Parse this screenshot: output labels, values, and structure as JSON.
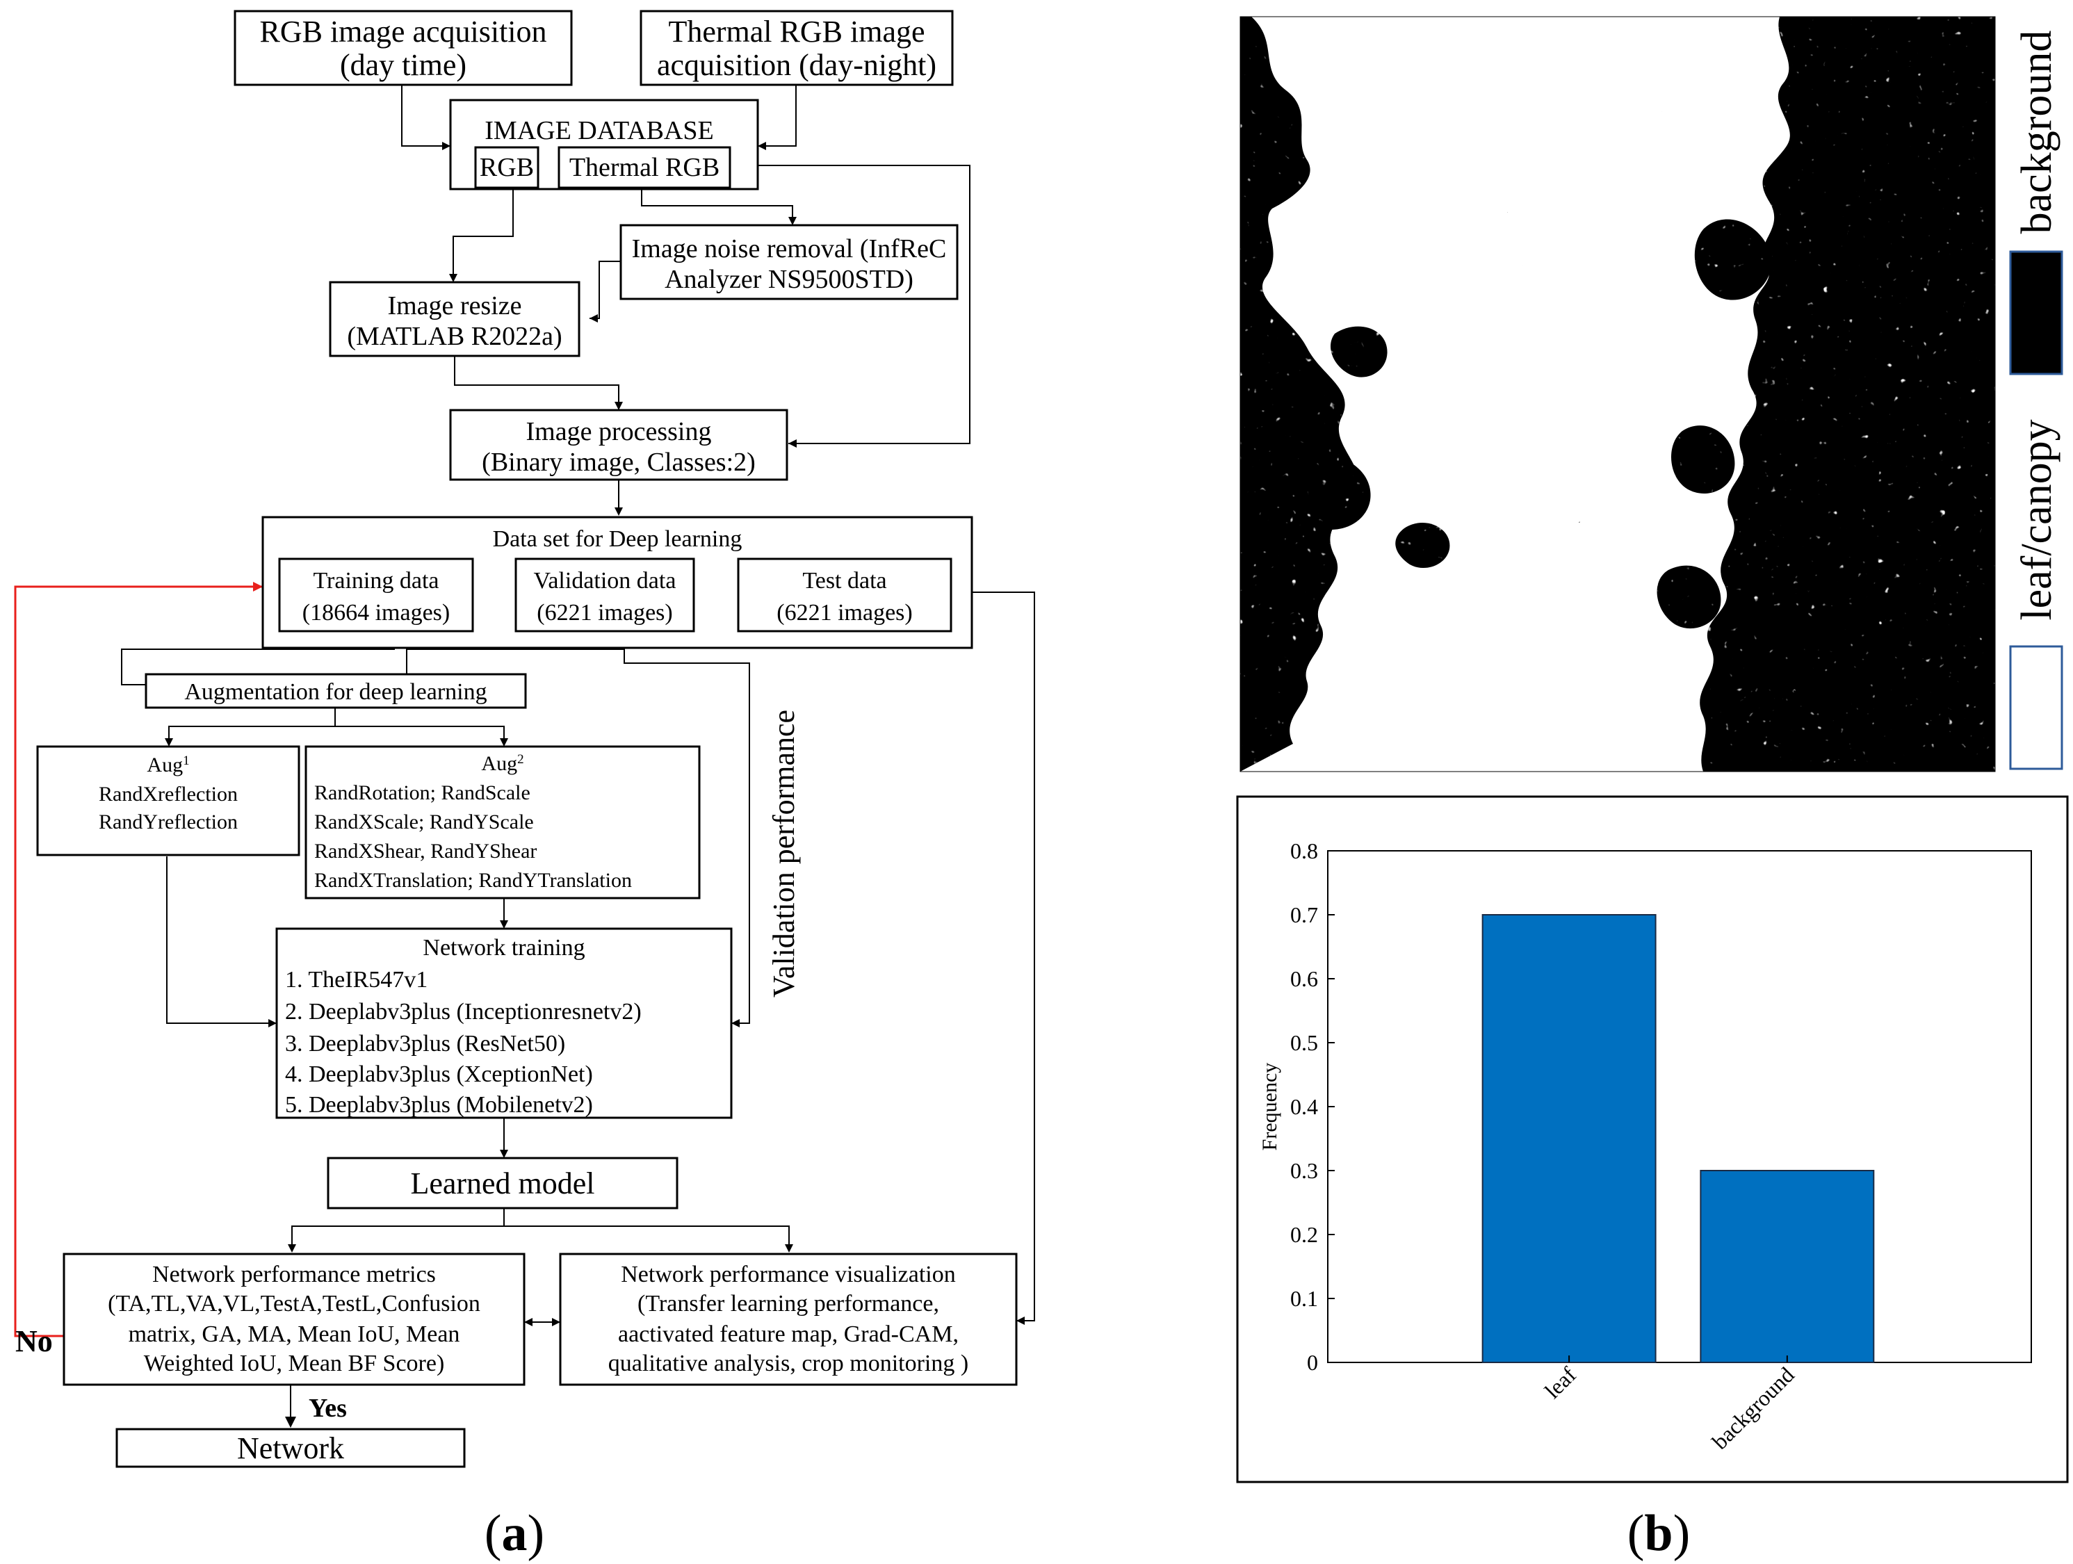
{
  "panel_a": {
    "label_prefix": "(",
    "label_letter": "a",
    "label_suffix": ")",
    "rgb_acq": {
      "line1": "RGB image acquisition",
      "line2": "(day time)"
    },
    "thermal_acq": {
      "line1": "Thermal RGB image",
      "line2": "acquisition (day-night)"
    },
    "database": {
      "title": "IMAGE DATABASE",
      "rgb": "RGB",
      "thermal": "Thermal RGB"
    },
    "noise": {
      "line1": "Image noise removal (InfReC",
      "line2": "Analyzer NS9500STD)"
    },
    "resize": {
      "line1": "Image resize",
      "line2": "(MATLAB R2022a)"
    },
    "processing": {
      "line1": "Image processing",
      "line2": "(Binary image, Classes:2)"
    },
    "dataset": {
      "title": "Data set for Deep learning",
      "training": {
        "line1": "Training data",
        "line2": "(18664 images)"
      },
      "validation": {
        "line1": "Validation data",
        "line2": "(6221 images)"
      },
      "test": {
        "line1": "Test data",
        "line2": "(6221 images)"
      }
    },
    "augmentation": "Augmentation for deep learning",
    "aug1": {
      "title": "Aug",
      "sup": "1",
      "lines": [
        "RandXreflection",
        "RandYreflection"
      ]
    },
    "aug2": {
      "title": "Aug",
      "sup": "2",
      "lines": [
        "RandRotation; RandScale",
        "RandXScale; RandYScale",
        "RandXShear, RandYShear",
        "RandXTranslation; RandYTranslation"
      ]
    },
    "validation_performance": "Validation performance",
    "training": {
      "title": "Network training",
      "items": [
        "1. TheIR547v1",
        "2. Deeplabv3plus (Inceptionresnetv2)",
        "3. Deeplabv3plus (ResNet50)",
        "4. Deeplabv3plus (XceptionNet)",
        "5. Deeplabv3plus (Mobilenetv2)"
      ]
    },
    "learned_model": "Learned model",
    "metrics": {
      "lines": [
        "Network performance metrics",
        "(TA,TL,VA,VL,TestA,TestL,Confusion",
        "matrix, GA, MA, Mean IoU, Mean",
        "Weighted IoU, Mean BF Score)"
      ]
    },
    "visualization": {
      "lines": [
        "Network performance visualization",
        "(Transfer learning performance,",
        "aactivated feature map, Grad-CAM,",
        "qualitative analysis, crop monitoring )"
      ]
    },
    "no_label": "No",
    "yes_label": "Yes",
    "network": "Network"
  },
  "panel_b": {
    "label_prefix": "(",
    "label_letter": "b",
    "label_suffix": ")",
    "legend": {
      "background": "background",
      "leaf": "leaf/canopy"
    },
    "colors": {
      "bar": "#0070c0",
      "bar_edge": "#1a2a44",
      "legend_border": "#2e5b9a"
    }
  },
  "chart_data": {
    "type": "bar",
    "categories": [
      "leaf",
      "background"
    ],
    "values": [
      0.7,
      0.3
    ],
    "xlabel": "",
    "ylabel": "Frequency",
    "ylim": [
      0,
      0.8
    ],
    "yticks": [
      "0",
      "0.1",
      "0.2",
      "0.3",
      "0.4",
      "0.5",
      "0.6",
      "0.7",
      "0.8"
    ],
    "grid": false
  }
}
